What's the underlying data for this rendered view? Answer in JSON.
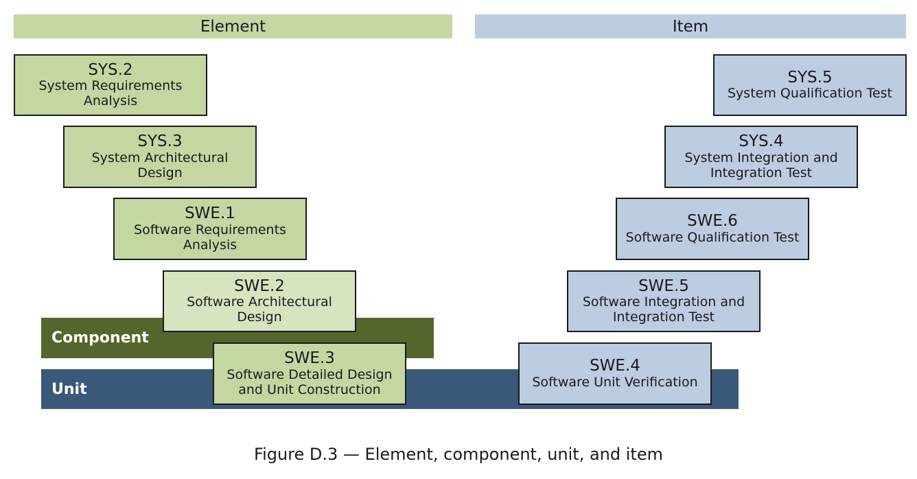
{
  "headers": {
    "element": "Element",
    "item": "Item"
  },
  "bands": {
    "component": "Component",
    "unit": "Unit"
  },
  "left_boxes": [
    {
      "code": "SYS.2",
      "name": "System Requirements Analysis"
    },
    {
      "code": "SYS.3",
      "name": "System Architectural Design"
    },
    {
      "code": "SWE.1",
      "name": "Software Requirements Analysis"
    },
    {
      "code": "SWE.2",
      "name": "Software Architectural Design"
    },
    {
      "code": "SWE.3",
      "name": "Software Detailed Design and Unit Construction"
    }
  ],
  "right_boxes": [
    {
      "code": "SYS.5",
      "name": "System Qualification Test"
    },
    {
      "code": "SYS.4",
      "name": "System Integration and Integration Test"
    },
    {
      "code": "SWE.6",
      "name": "Software Qualification Test"
    },
    {
      "code": "SWE.5",
      "name": "Software Integration and Integration Test"
    },
    {
      "code": "SWE.4",
      "name": "Software Unit Verification"
    }
  ],
  "caption": "Figure D.3 — Element, component, unit, and item",
  "colors": {
    "element_green": "#c4d7a2",
    "item_blue": "#bccde2",
    "component_band": "#54662d",
    "unit_band": "#3a5879"
  }
}
